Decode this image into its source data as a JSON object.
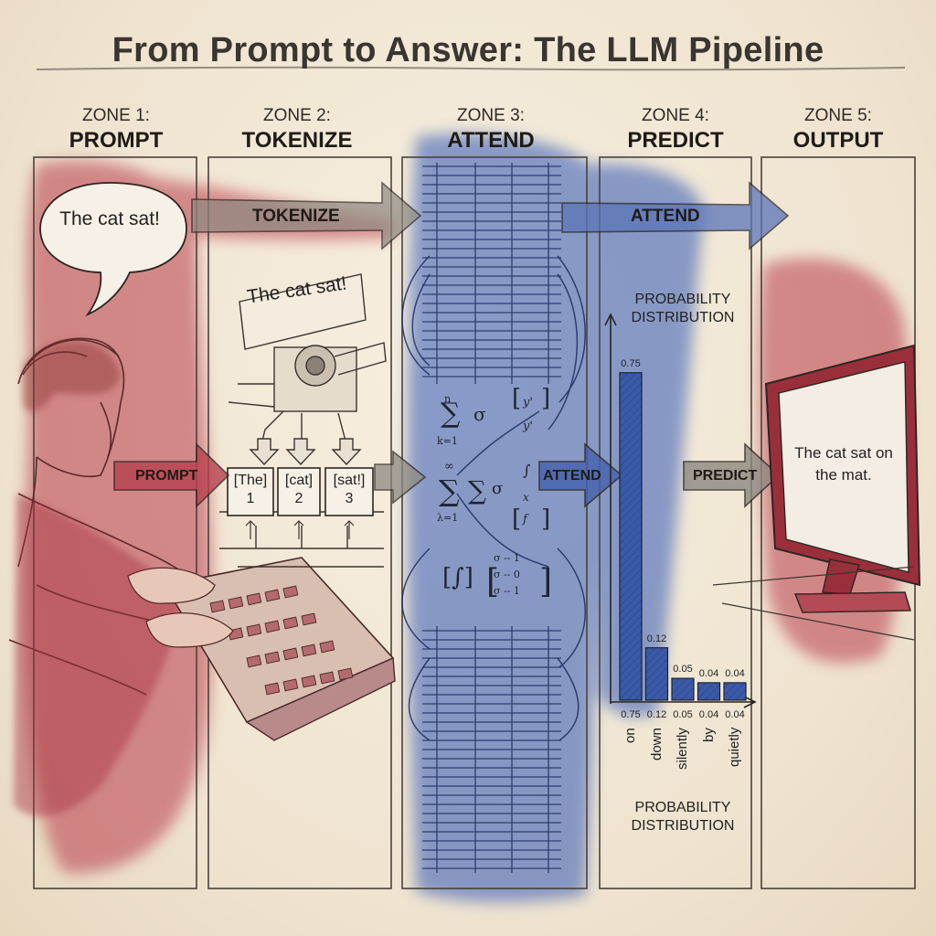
{
  "title": "From Prompt to Answer: The LLM Pipeline",
  "zones": [
    {
      "zone": "ZONE 1:",
      "name": "PROMPT"
    },
    {
      "zone": "ZONE 2:",
      "name": "TOKENIZE"
    },
    {
      "zone": "ZONE 3:",
      "name": "ATTEND"
    },
    {
      "zone": "ZONE 4:",
      "name": "PREDICT"
    },
    {
      "zone": "ZONE 5:",
      "name": "OUTPUT"
    }
  ],
  "bubble": {
    "text": "The cat sat!"
  },
  "sign": {
    "text": "The cat sat!"
  },
  "arrows": {
    "tokenize": "TOKENIZE",
    "attend_top": "ATTEND",
    "prompt": "PROMPT",
    "attend_mid": "ATTEND",
    "predict": "PREDICT"
  },
  "tokens": [
    {
      "token": "[The]",
      "id": "1"
    },
    {
      "token": "[cat]",
      "id": "2"
    },
    {
      "token": "[sat!]",
      "id": "3"
    }
  ],
  "chart_data": {
    "type": "bar",
    "title": "PROBABILITY DISTRIBUTION",
    "xlabel": "PROBABILITY DISTRIBUTION",
    "categories": [
      "on",
      "down",
      "silently",
      "by",
      "quietly"
    ],
    "values": [
      0.75,
      0.12,
      0.05,
      0.04,
      0.04
    ],
    "ylim": [
      0,
      0.85
    ],
    "bar_color": "#3a5aa8"
  },
  "screen": {
    "text": "The cat sat on the mat."
  },
  "colors": {
    "red_wash": "#b83a4a",
    "blue_wash": "#3f63b8",
    "ink": "#3a3530",
    "paper": "#f2e8d7"
  }
}
